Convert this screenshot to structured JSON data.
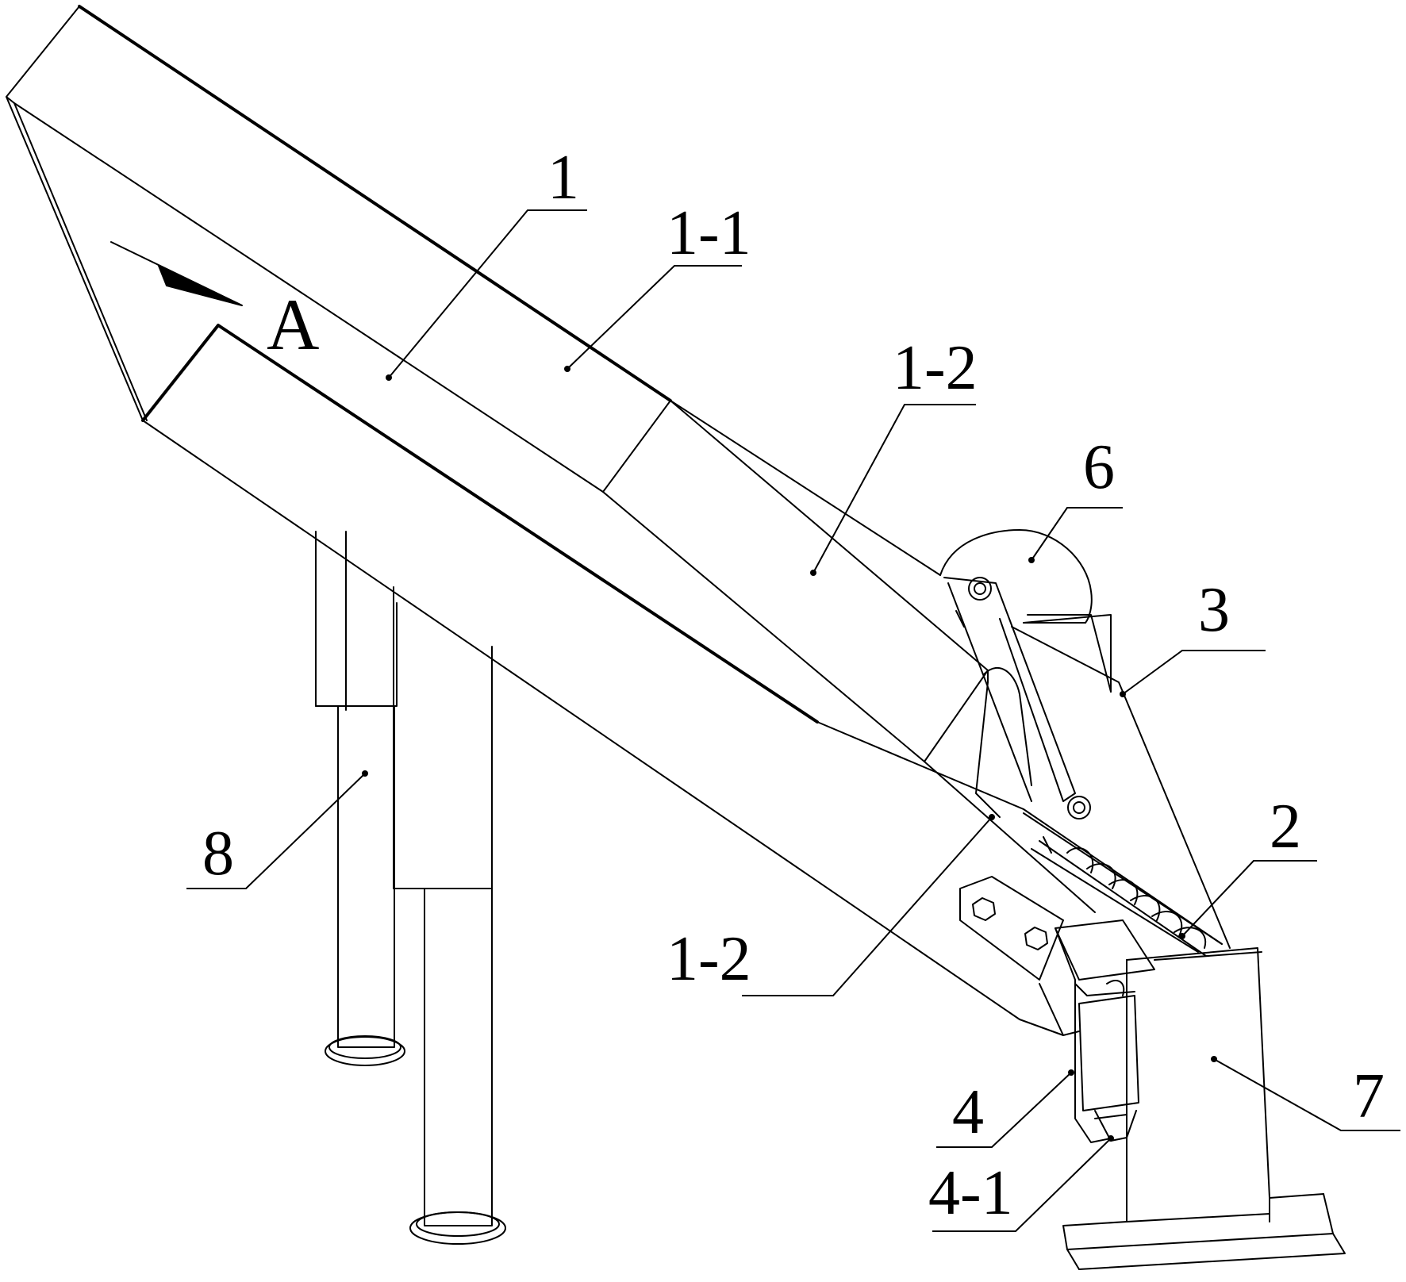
{
  "labels": {
    "l1": "1",
    "l1_1": "1-1",
    "l1_2_upper": "1-2",
    "l6": "6",
    "l3": "3",
    "l2": "2",
    "l8": "8",
    "l1_2_lower": "1-2",
    "l4": "4",
    "l7": "7",
    "l4_1": "4-1",
    "view_arrow": "A"
  }
}
